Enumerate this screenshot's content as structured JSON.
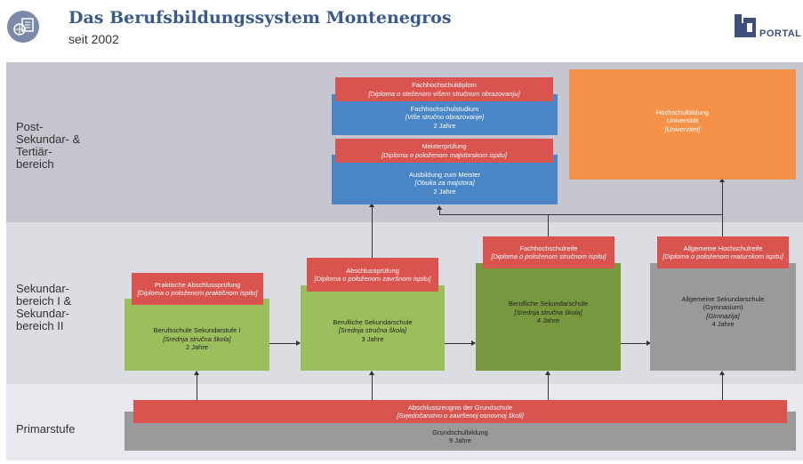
{
  "header": {
    "title": "Das Berufsbildungssystem Montenegros",
    "subtitle": "seit 2002",
    "logo_text": "PORTAL",
    "logo_mark": "bq"
  },
  "bands": {
    "tertiary": "Post-\nSekundar- &\nTertiär-\nbereich",
    "secondary": "Sekundar-\nbereich I &\nSekundar-\nbereich II",
    "primary": "Primarstufe"
  },
  "boxes": {
    "fh_diplom": {
      "title": "Fachhochschuldiplom",
      "sub": "[Diploma o stečenom višem stručnom obrazovanju]"
    },
    "fh_studium": {
      "title": "Fachhochschulstudium",
      "sub": "[Više stručno obrazovanje]",
      "duration": "2 Jahre"
    },
    "meisterpruefung": {
      "title": "Meisterprüfung",
      "sub": "[Diploma o položenom majstorskom ispitu]"
    },
    "ausbildung_meister": {
      "title": "Ausbildung zum Meister",
      "sub": "[Obuka za majstora]",
      "duration": "2 Jahre"
    },
    "hochschule": {
      "title": "Hochschulbildung",
      "line2": "Universität",
      "sub": "[Univerzitet]"
    },
    "praktische": {
      "title": "Praktische Abschlussprüfung",
      "sub": "[Diploma o položenom praktičnom ispitu]"
    },
    "berufsschule": {
      "title": "Berufsschule Sekundarstufe I",
      "sub": "[Srednja stručna škola]",
      "duration": "2 Jahre"
    },
    "abschlusspruefung": {
      "title": "Abschlussprüfung",
      "sub": "[Diploma o položenom završnom ispitu]"
    },
    "berufl_sek_3": {
      "title": "Berufliche Sekundarschule",
      "sub": "[Srednja stručna škola]",
      "duration": "3 Jahre"
    },
    "fh_reife": {
      "title": "Fachhochschulreife",
      "sub": "[Diploma o položenom stručnom ispitu]"
    },
    "berufl_sek_4": {
      "title": "Berufliche Sekundarschule",
      "sub": "[Srednja stručna škola]",
      "duration": "4 Jahre"
    },
    "allg_hs_reife": {
      "title": "Allgemeine Hochschulreife",
      "sub": "[Diploma o položenom maturskom ispitu]"
    },
    "allg_sek": {
      "title": "Allgemeine Sekundarschule",
      "line2": "(Gymnasium)",
      "sub": "[Gimnazija]",
      "duration": "4 Jahre"
    },
    "grundschulzeugnis": {
      "title": "Abschlusszeugnis der Grundschule",
      "sub": "[Svjedočanstvo o završenoj osnovnoj školi]"
    },
    "grundschule": {
      "title": "Grundschulbildung",
      "duration": "9 Jahre"
    }
  },
  "colors": {
    "red": "#d9534f",
    "blue": "#4a85c6",
    "orange": "#f5924a",
    "light_green": "#9cbf5e",
    "dark_green": "#78983f",
    "grey": "#9a9a9a",
    "band_top": "#c5c5d0",
    "band_mid": "#dcdce3",
    "band_bottom": "#e8e8ee",
    "title": "#3a5a8c"
  }
}
